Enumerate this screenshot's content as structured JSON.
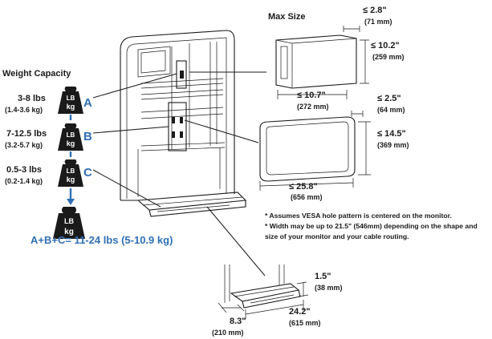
{
  "weight": {
    "title": "Weight Capacity",
    "rows": [
      {
        "lbs": "3-8 lbs",
        "kg": "(1.4-3.6 kg)",
        "letter": "A"
      },
      {
        "lbs": "7-12.5 lbs",
        "kg": "(3.2-5.7 kg)",
        "letter": "B"
      },
      {
        "lbs": "0.5-3 lbs",
        "kg": "(0.2-1.4 kg)",
        "letter": "C"
      }
    ],
    "weight_icon_top": "LB",
    "weight_icon_bottom": "kg",
    "total": "A+B+C= 11-24 lbs (5-10.9 kg)"
  },
  "max_size": {
    "title": "Max Size",
    "a_depth": {
      "in": "≤ 2.8\"",
      "mm": "(71 mm)"
    },
    "a_height": {
      "in": "≤ 10.2\"",
      "mm": "(259 mm)"
    },
    "a_width": {
      "in": "≤ 10.7\"",
      "mm": "(272 mm)"
    },
    "b_depth": {
      "in": "≤ 2.5\"",
      "mm": "(64 mm)"
    },
    "b_height": {
      "in": "≤ 14.5\"",
      "mm": "(369 mm)"
    },
    "b_width": {
      "in": "≤ 25.8\"",
      "mm": "(656 mm)"
    }
  },
  "notes": {
    "line1": "* Assumes VESA hole pattern is centered on the monitor.",
    "line2": "* Width may be up to 21.5\" (546mm) depending on the shape and",
    "line3": "size of your monitor and your cable routing."
  },
  "tray": {
    "height": {
      "in": "1.5\"",
      "mm": "(38 mm)"
    },
    "width": {
      "in": "24.2\"",
      "mm": "(615 mm)"
    },
    "depth": {
      "in": "8.3\"",
      "mm": "(210 mm)"
    }
  },
  "colors": {
    "accent": "#2f6fb5",
    "ink": "#1a1a1a"
  }
}
